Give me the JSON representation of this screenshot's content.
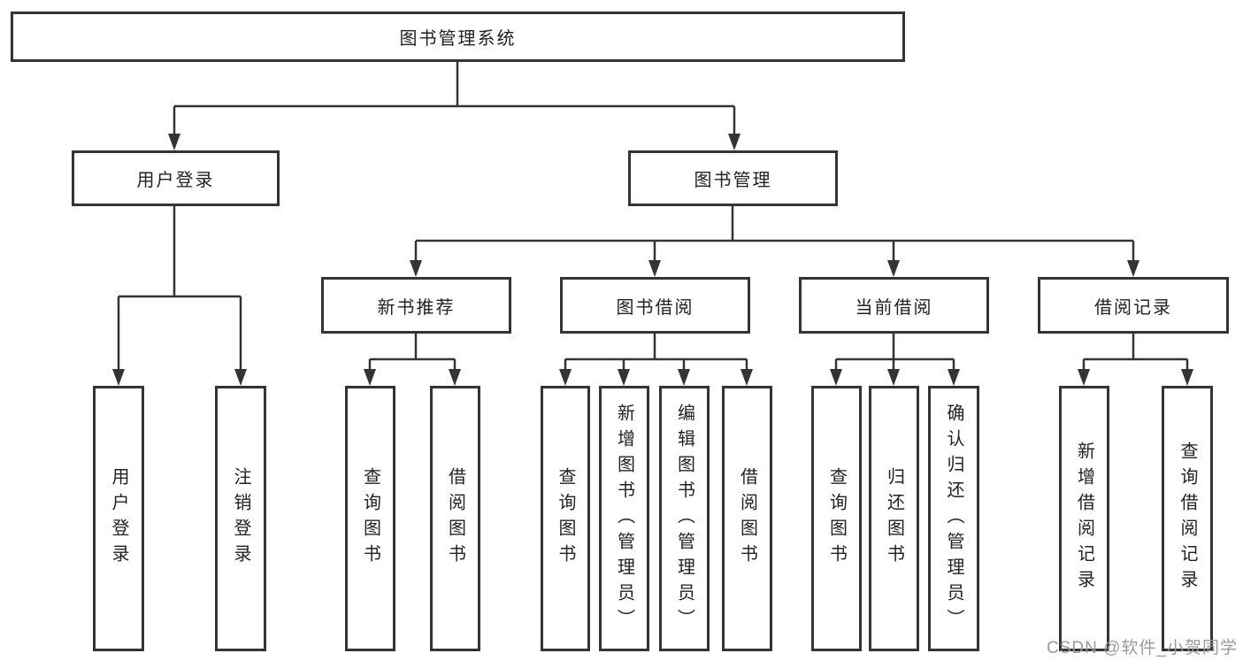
{
  "diagram_title": "图书管理系统",
  "tree": {
    "root": {
      "label": "图书管理系统"
    },
    "branches": [
      {
        "label": "用户登录",
        "children": [
          {
            "label": "用户登录"
          },
          {
            "label": "注销登录"
          }
        ]
      },
      {
        "label": "图书管理",
        "children": [
          {
            "label": "新书推荐",
            "children": [
              {
                "label": "查询图书"
              },
              {
                "label": "借阅图书"
              }
            ]
          },
          {
            "label": "图书借阅",
            "children": [
              {
                "label": "查询图书"
              },
              {
                "label": "新增图书（管理员）"
              },
              {
                "label": "编辑图书（管理员）"
              },
              {
                "label": "借阅图书"
              }
            ]
          },
          {
            "label": "当前借阅",
            "children": [
              {
                "label": "查询图书"
              },
              {
                "label": "归还图书"
              },
              {
                "label": "确认归还（管理员）"
              }
            ]
          },
          {
            "label": "借阅记录",
            "children": [
              {
                "label": "新增借阅记录"
              },
              {
                "label": "查询借阅记录"
              }
            ]
          }
        ]
      }
    ]
  },
  "watermark": "CSDN @软件_小贺同学",
  "colors": {
    "line": "#343434",
    "box_border": "#343434",
    "text": "#222222",
    "watermark": "#9a9a9a",
    "background": "#ffffff"
  }
}
